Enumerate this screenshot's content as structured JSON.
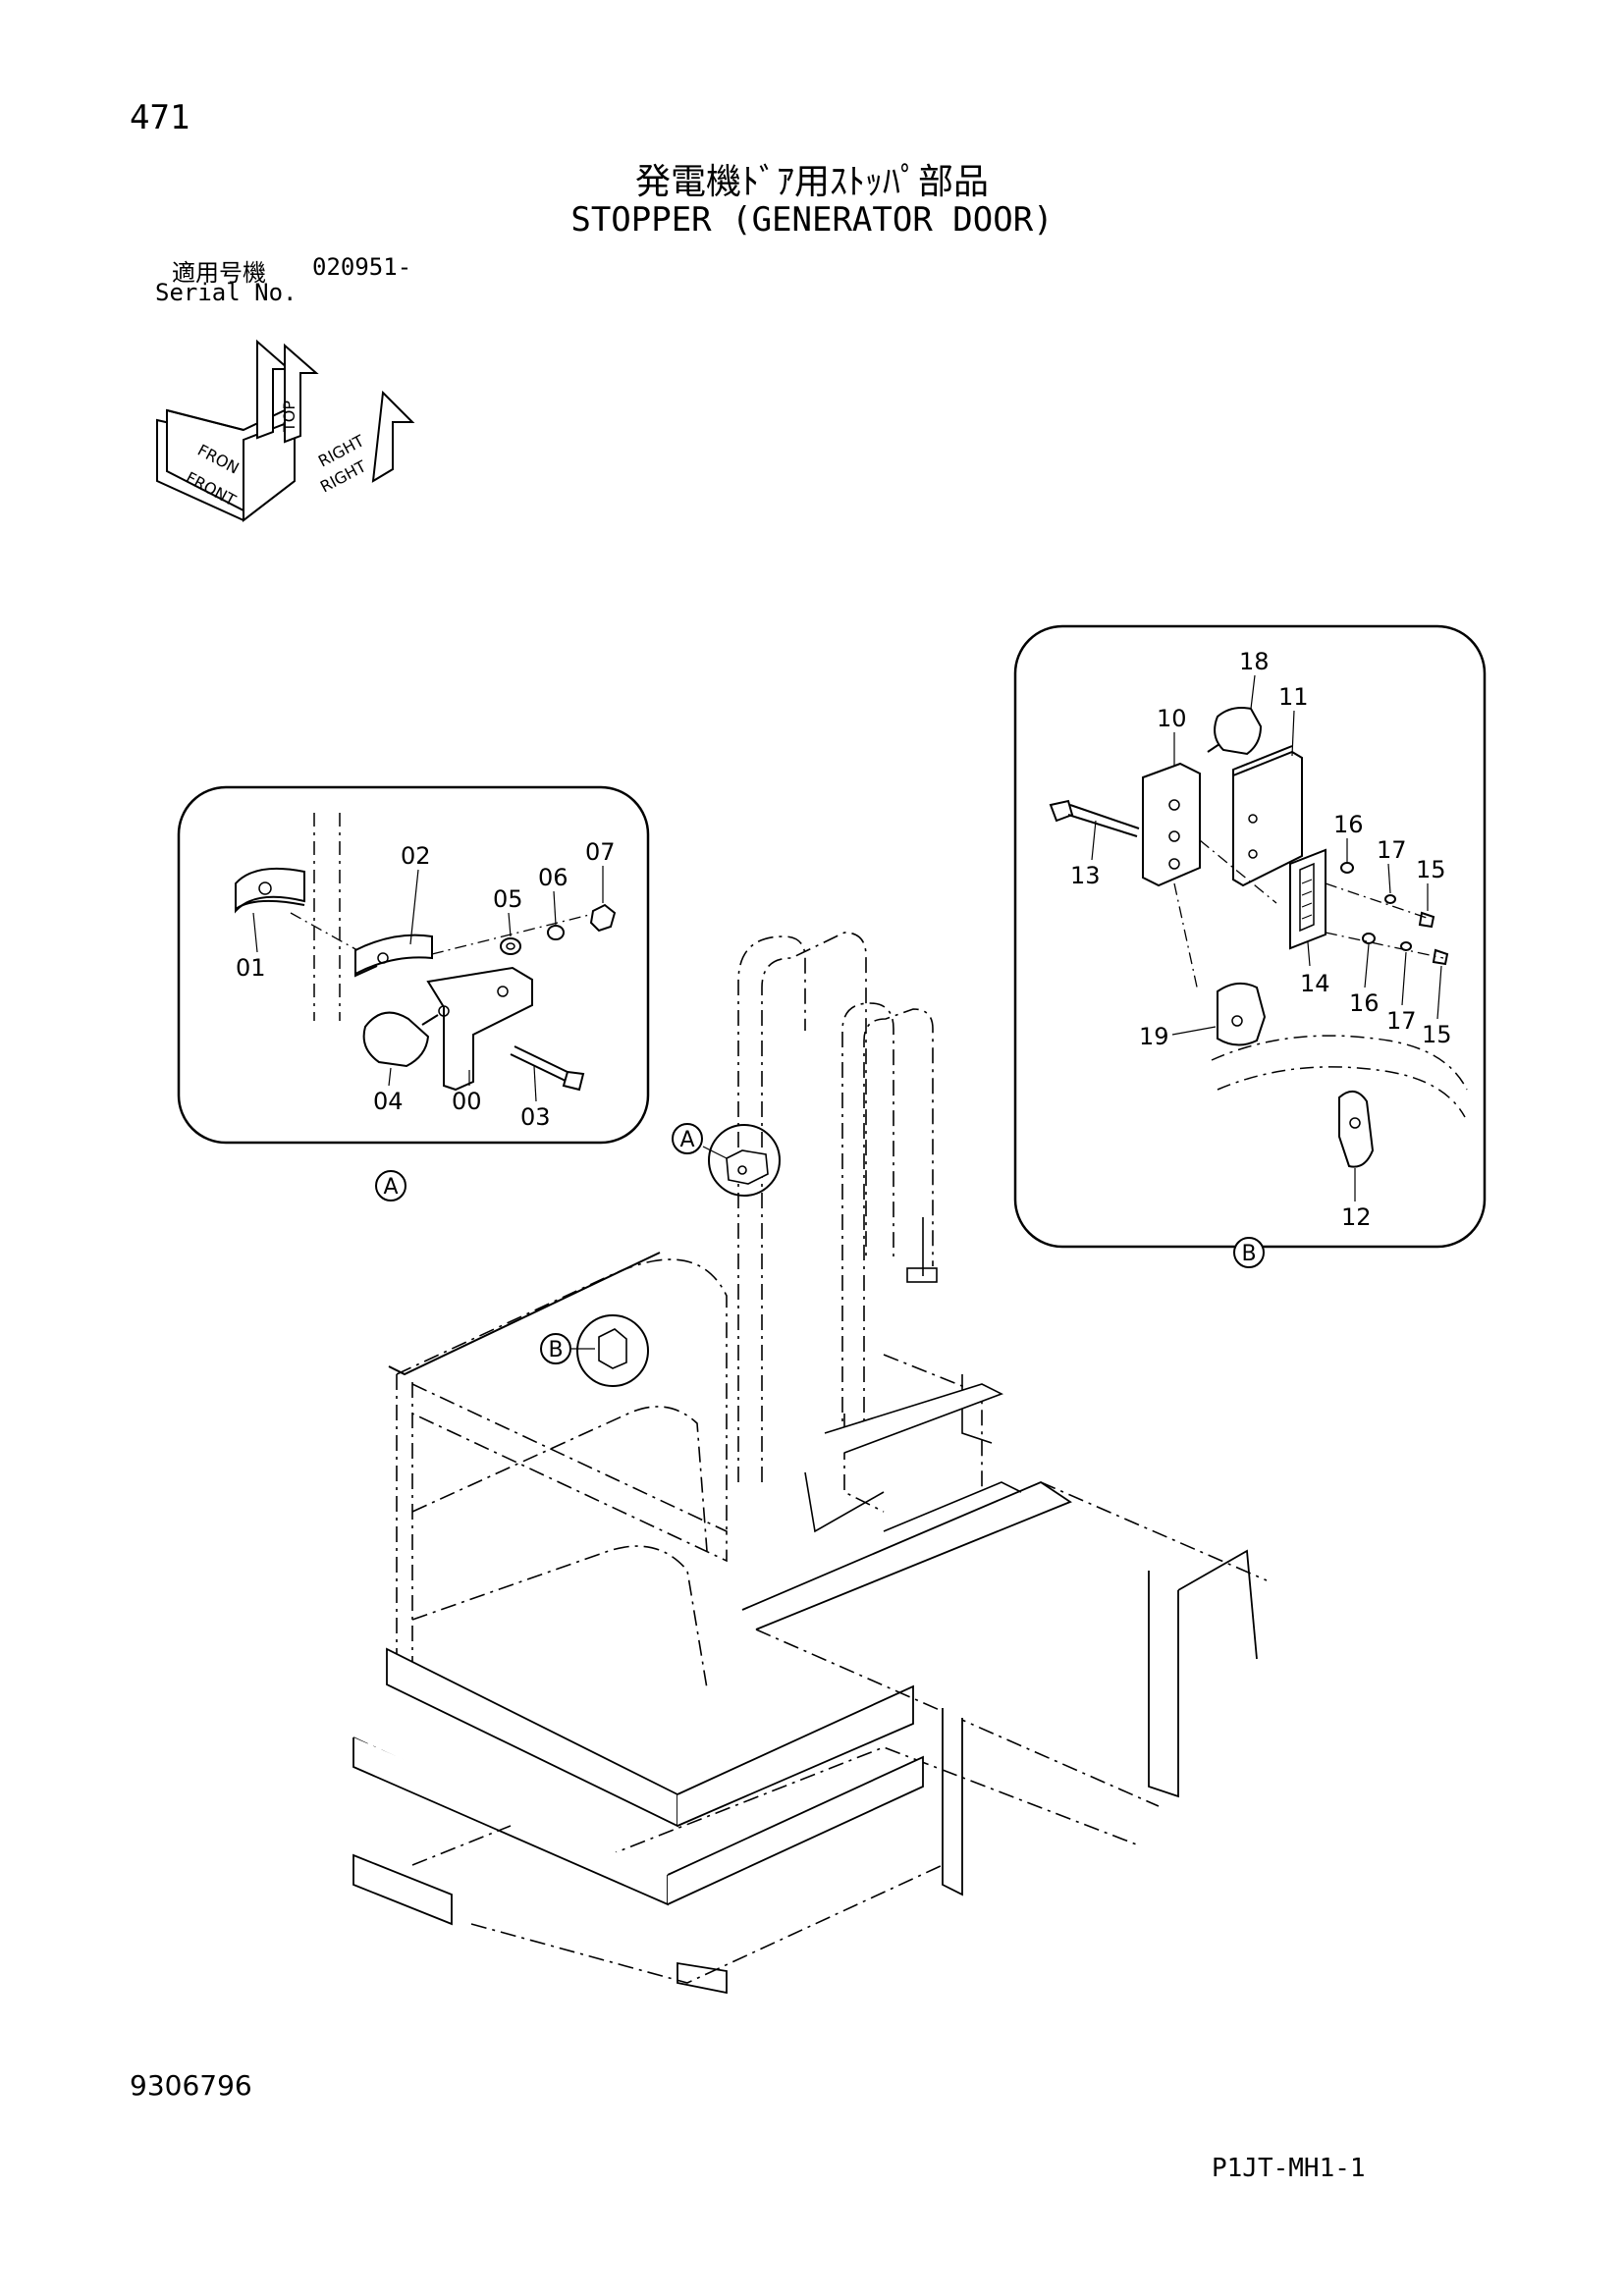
{
  "header": {
    "page_number": "471",
    "title_jp": "発電機ﾄﾞｱ用ｽﾄｯﾊﾟ部品",
    "title_en": "STOPPER (GENERATOR DOOR)",
    "serial_label_jp": "適用号機",
    "serial_value": "020951-",
    "serial_label_en": "Serial No."
  },
  "orientation": {
    "labels": [
      "TOP",
      "FRONT",
      "RIGHT",
      "FRON",
      "RIGHT"
    ]
  },
  "detail_a": {
    "tag": "A",
    "callouts": [
      "02",
      "07",
      "06",
      "05",
      "01",
      "04",
      "00",
      "03"
    ]
  },
  "detail_b": {
    "tag": "B",
    "callouts": [
      "18",
      "11",
      "10",
      "13",
      "16",
      "17",
      "15",
      "14",
      "16",
      "17",
      "15",
      "19",
      "12"
    ]
  },
  "main_view": {
    "reference_tags": [
      "A",
      "B"
    ]
  },
  "footer": {
    "document_number": "9306796",
    "page_code": "P1JT-MH1-1"
  }
}
